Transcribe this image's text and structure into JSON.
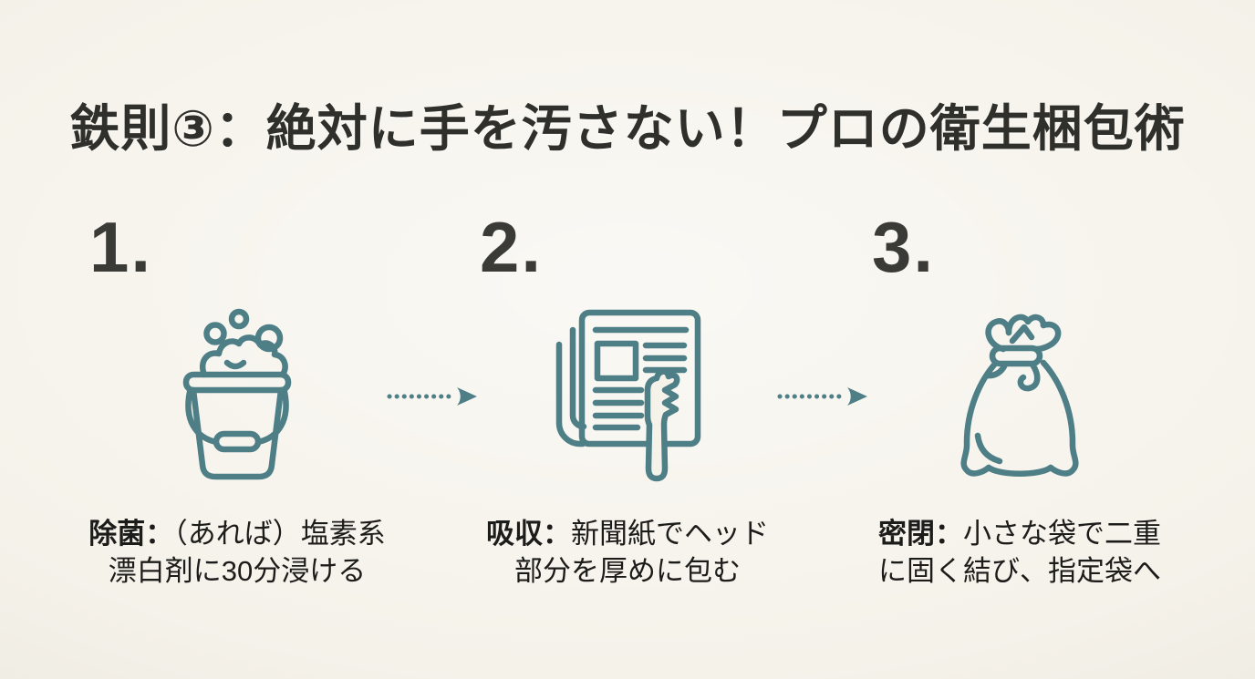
{
  "title": "鉄則③：絶対に手を汚さない！プロの衛生梱包術",
  "colors": {
    "background": "#f5f2ea",
    "accent_teal": "#4e7e86",
    "heading_text": "#2f2f2b",
    "number_text": "#3a3a36",
    "caption_text": "#1c1c1a"
  },
  "steps": [
    {
      "number": "1.",
      "icon": "soap-bucket-icon",
      "label": "除菌：",
      "line1_rest": "（あれば）塩素系",
      "line2": "漂白剤に30分浸ける"
    },
    {
      "number": "2.",
      "icon": "newspaper-brush-icon",
      "label": "吸収：",
      "line1_rest": "新聞紙でヘッド",
      "line2": "部分を厚めに包む"
    },
    {
      "number": "3.",
      "icon": "tied-bag-icon",
      "label": "密閉：",
      "line1_rest": "小さな袋で二重",
      "line2": "に固く結び、指定袋へ"
    }
  ],
  "arrows": [
    {
      "icon": "dotted-arrow-right-icon"
    },
    {
      "icon": "dotted-arrow-right-icon"
    }
  ]
}
